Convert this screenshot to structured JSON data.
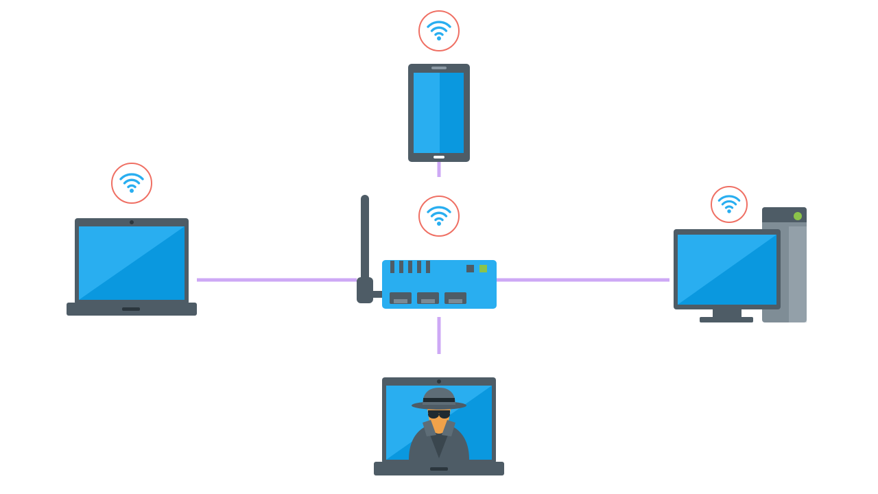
{
  "diagram": {
    "type": "network-topology",
    "nodes": [
      {
        "id": "tablet",
        "icon": "tablet-icon",
        "wifi": true
      },
      {
        "id": "laptop-left",
        "icon": "laptop-icon",
        "wifi": true
      },
      {
        "id": "router",
        "icon": "router-icon",
        "wifi": true
      },
      {
        "id": "desktop",
        "icon": "desktop-computer-icon",
        "wifi": true
      },
      {
        "id": "attacker-laptop",
        "icon": "hacker-laptop-icon",
        "wifi": false
      }
    ],
    "connections": [
      {
        "from": "router",
        "to": "tablet"
      },
      {
        "from": "router",
        "to": "laptop-left"
      },
      {
        "from": "router",
        "to": "desktop"
      },
      {
        "from": "router",
        "to": "attacker-laptop"
      }
    ]
  },
  "colors": {
    "link": "#cda8f5",
    "screen": "#0a98df",
    "screen_light": "#29aef0",
    "frame": "#4e5c66",
    "wifi_ring": "#ef6f63",
    "wifi": "#29aef0",
    "router_body": "#29aef0",
    "led_green": "#8bc34a"
  }
}
